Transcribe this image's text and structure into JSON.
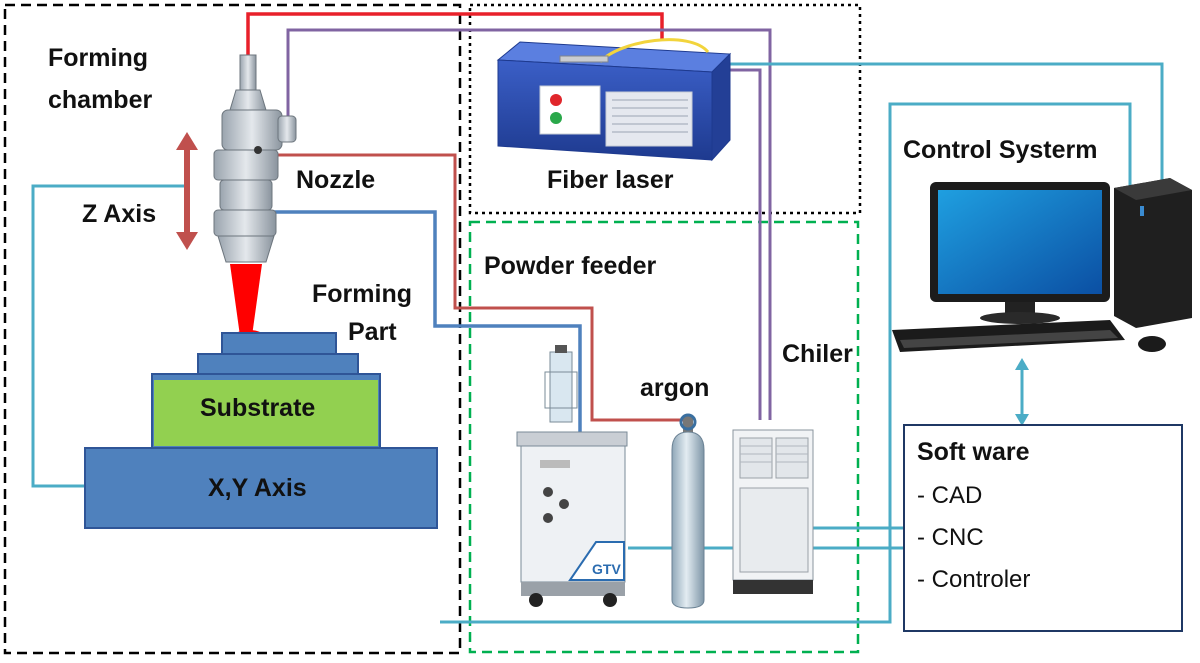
{
  "labels": {
    "forming_chamber_1": "Forming",
    "forming_chamber_2": "chamber",
    "z_axis": "Z Axis",
    "nozzle": "Nozzle",
    "forming_part_1": "Forming",
    "forming_part_2": "Part",
    "substrate": "Substrate",
    "xy_axis": "X,Y Axis",
    "fiber_laser": "Fiber laser",
    "powder_feeder": "Powder feeder",
    "argon": "argon",
    "chiler": "Chiler",
    "control_system": "Control Systerm",
    "feeder_brand": "GTV"
  },
  "software": {
    "title": "Soft ware",
    "items": [
      "- CAD",
      "- CNC",
      "- Controler"
    ]
  },
  "colors": {
    "power_line": "#e8202a",
    "signal_line": "#8064a2",
    "gas_line": "#c0504d",
    "powder_line": "#4f81bd",
    "control_line": "#4bacc6",
    "stage_fill": "#4f81bd",
    "substrate_fill": "#92d050",
    "chamber_border": "#000000",
    "feeder_border": "#00b050",
    "software_border": "#1f3864"
  }
}
